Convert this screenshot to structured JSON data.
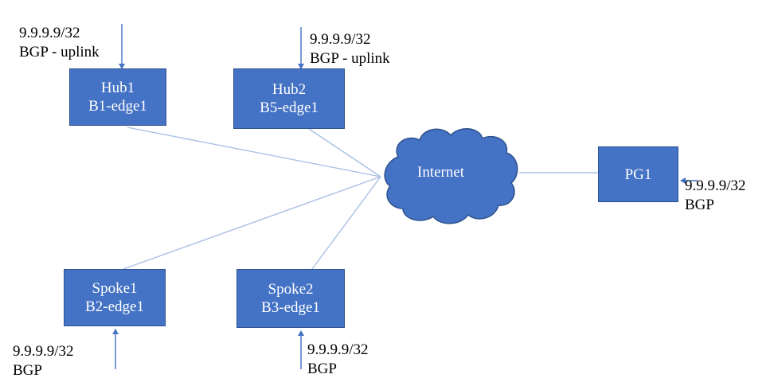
{
  "nodes": {
    "hub1": {
      "line1": "Hub1",
      "line2": "B1-edge1"
    },
    "hub2": {
      "line1": "Hub2",
      "line2": "B5-edge1"
    },
    "spoke1": {
      "line1": "Spoke1",
      "line2": "B2-edge1"
    },
    "spoke2": {
      "line1": "Spoke2",
      "line2": "B3-edge1"
    },
    "pg1": {
      "line1": "PG1"
    },
    "internet": {
      "label": "Internet"
    }
  },
  "annotations": {
    "hub1": {
      "prefix": "9.9.9.9/32",
      "protocol": "BGP - uplink"
    },
    "hub2": {
      "prefix": "9.9.9.9/32",
      "protocol": "BGP - uplink"
    },
    "spoke1": {
      "prefix": "9.9.9.9/32",
      "protocol": "BGP"
    },
    "spoke2": {
      "prefix": "9.9.9.9/32",
      "protocol": "BGP"
    },
    "pg1": {
      "prefix": "9.9.9.9/32",
      "protocol": "BGP"
    }
  },
  "colors": {
    "node_fill": "#4472c4",
    "node_border": "#2f528f",
    "link": "#a9c0e4",
    "arrow": "#4472c4"
  }
}
